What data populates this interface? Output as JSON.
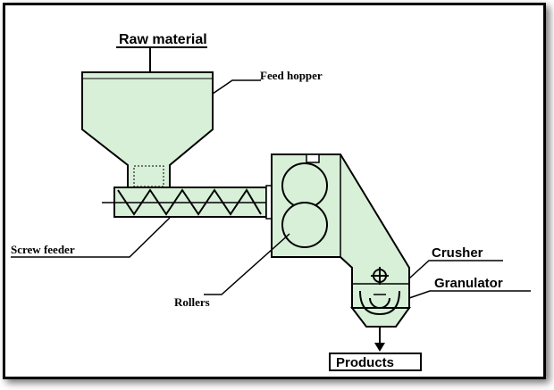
{
  "diagram": {
    "title": "Roller compaction / granulation process",
    "labels": {
      "raw_material": "Raw material",
      "feed_hopper": "Feed hopper",
      "screw_feeder": "Screw feeder",
      "rollers": "Rollers",
      "crusher": "Crusher",
      "granulator": "Granulator",
      "products": "Products"
    },
    "colors": {
      "fill": "#d8f0d8",
      "stroke": "#000000"
    }
  }
}
